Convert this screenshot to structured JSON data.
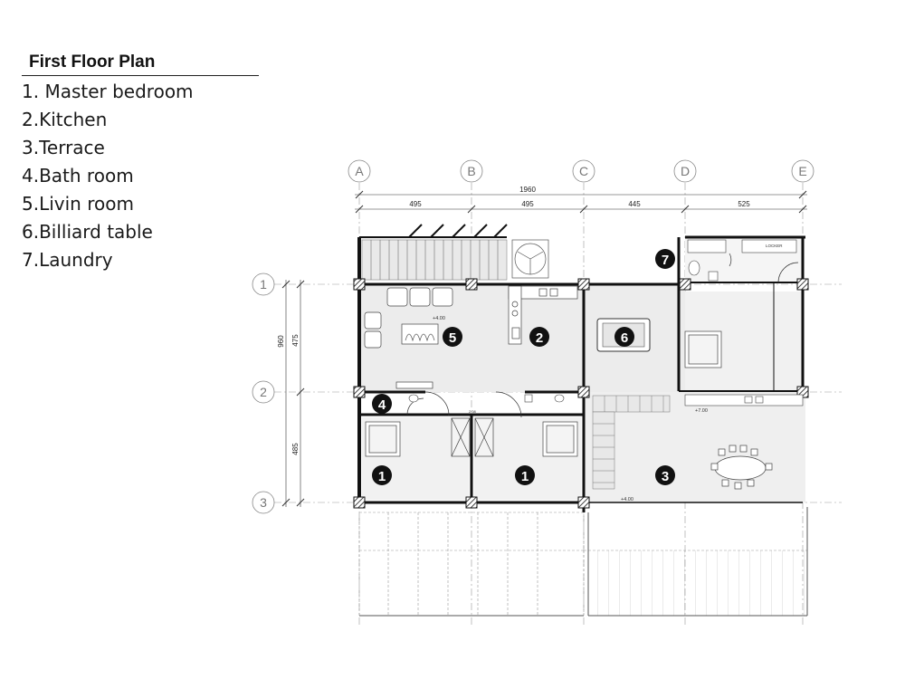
{
  "legend": {
    "title": "First Floor Plan",
    "items": [
      {
        "num": "1",
        "text": "1. Master bedroom"
      },
      {
        "num": "2",
        "text": "2.Kitchen"
      },
      {
        "num": "3",
        "text": "3.Terrace"
      },
      {
        "num": "4",
        "text": "4.Bath room"
      },
      {
        "num": "5",
        "text": "5.Livin room"
      },
      {
        "num": "6",
        "text": "6.Billiard table"
      },
      {
        "num": "7",
        "text": "7.Laundry"
      }
    ]
  },
  "grid": {
    "columns": [
      "A",
      "B",
      "C",
      "D",
      "E"
    ],
    "rows": [
      "1",
      "2",
      "3"
    ]
  },
  "dimensions": {
    "overall_width": "1960",
    "segments": [
      "495",
      "495",
      "445",
      "525"
    ],
    "overall_height": "960",
    "row_segments": [
      "475",
      "485"
    ]
  },
  "room_markers": {
    "living": "5",
    "kitchen": "2",
    "billiard": "6",
    "laundry": "7",
    "bath": "4",
    "bedroom_left": "1",
    "bedroom_right": "1",
    "terrace": "3"
  },
  "annotations": {
    "level_1": "+4.00",
    "level_2": "+7.00",
    "level_3": "+4.00",
    "corridor": "2.08",
    "locker": "LOCKER"
  }
}
